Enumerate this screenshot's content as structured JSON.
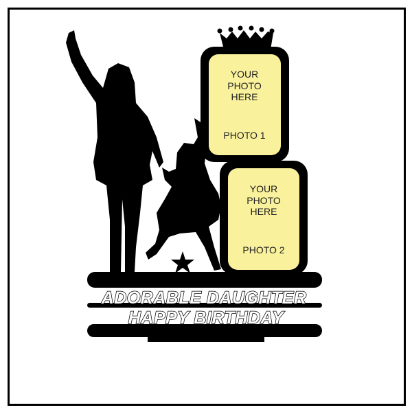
{
  "photo_slots": [
    {
      "lines": [
        "YOUR",
        "PHOTO",
        "HERE"
      ],
      "label": "PHOTO 1"
    },
    {
      "lines": [
        "YOUR",
        "PHOTO",
        "HERE"
      ],
      "label": "PHOTO 2"
    }
  ],
  "banner": {
    "line1": "ADORABLE DAUGHTER",
    "line2": "HAPPY BIRTHDAY"
  },
  "colors": {
    "frame": "#000000",
    "photo_fill": "#f9f19c"
  }
}
